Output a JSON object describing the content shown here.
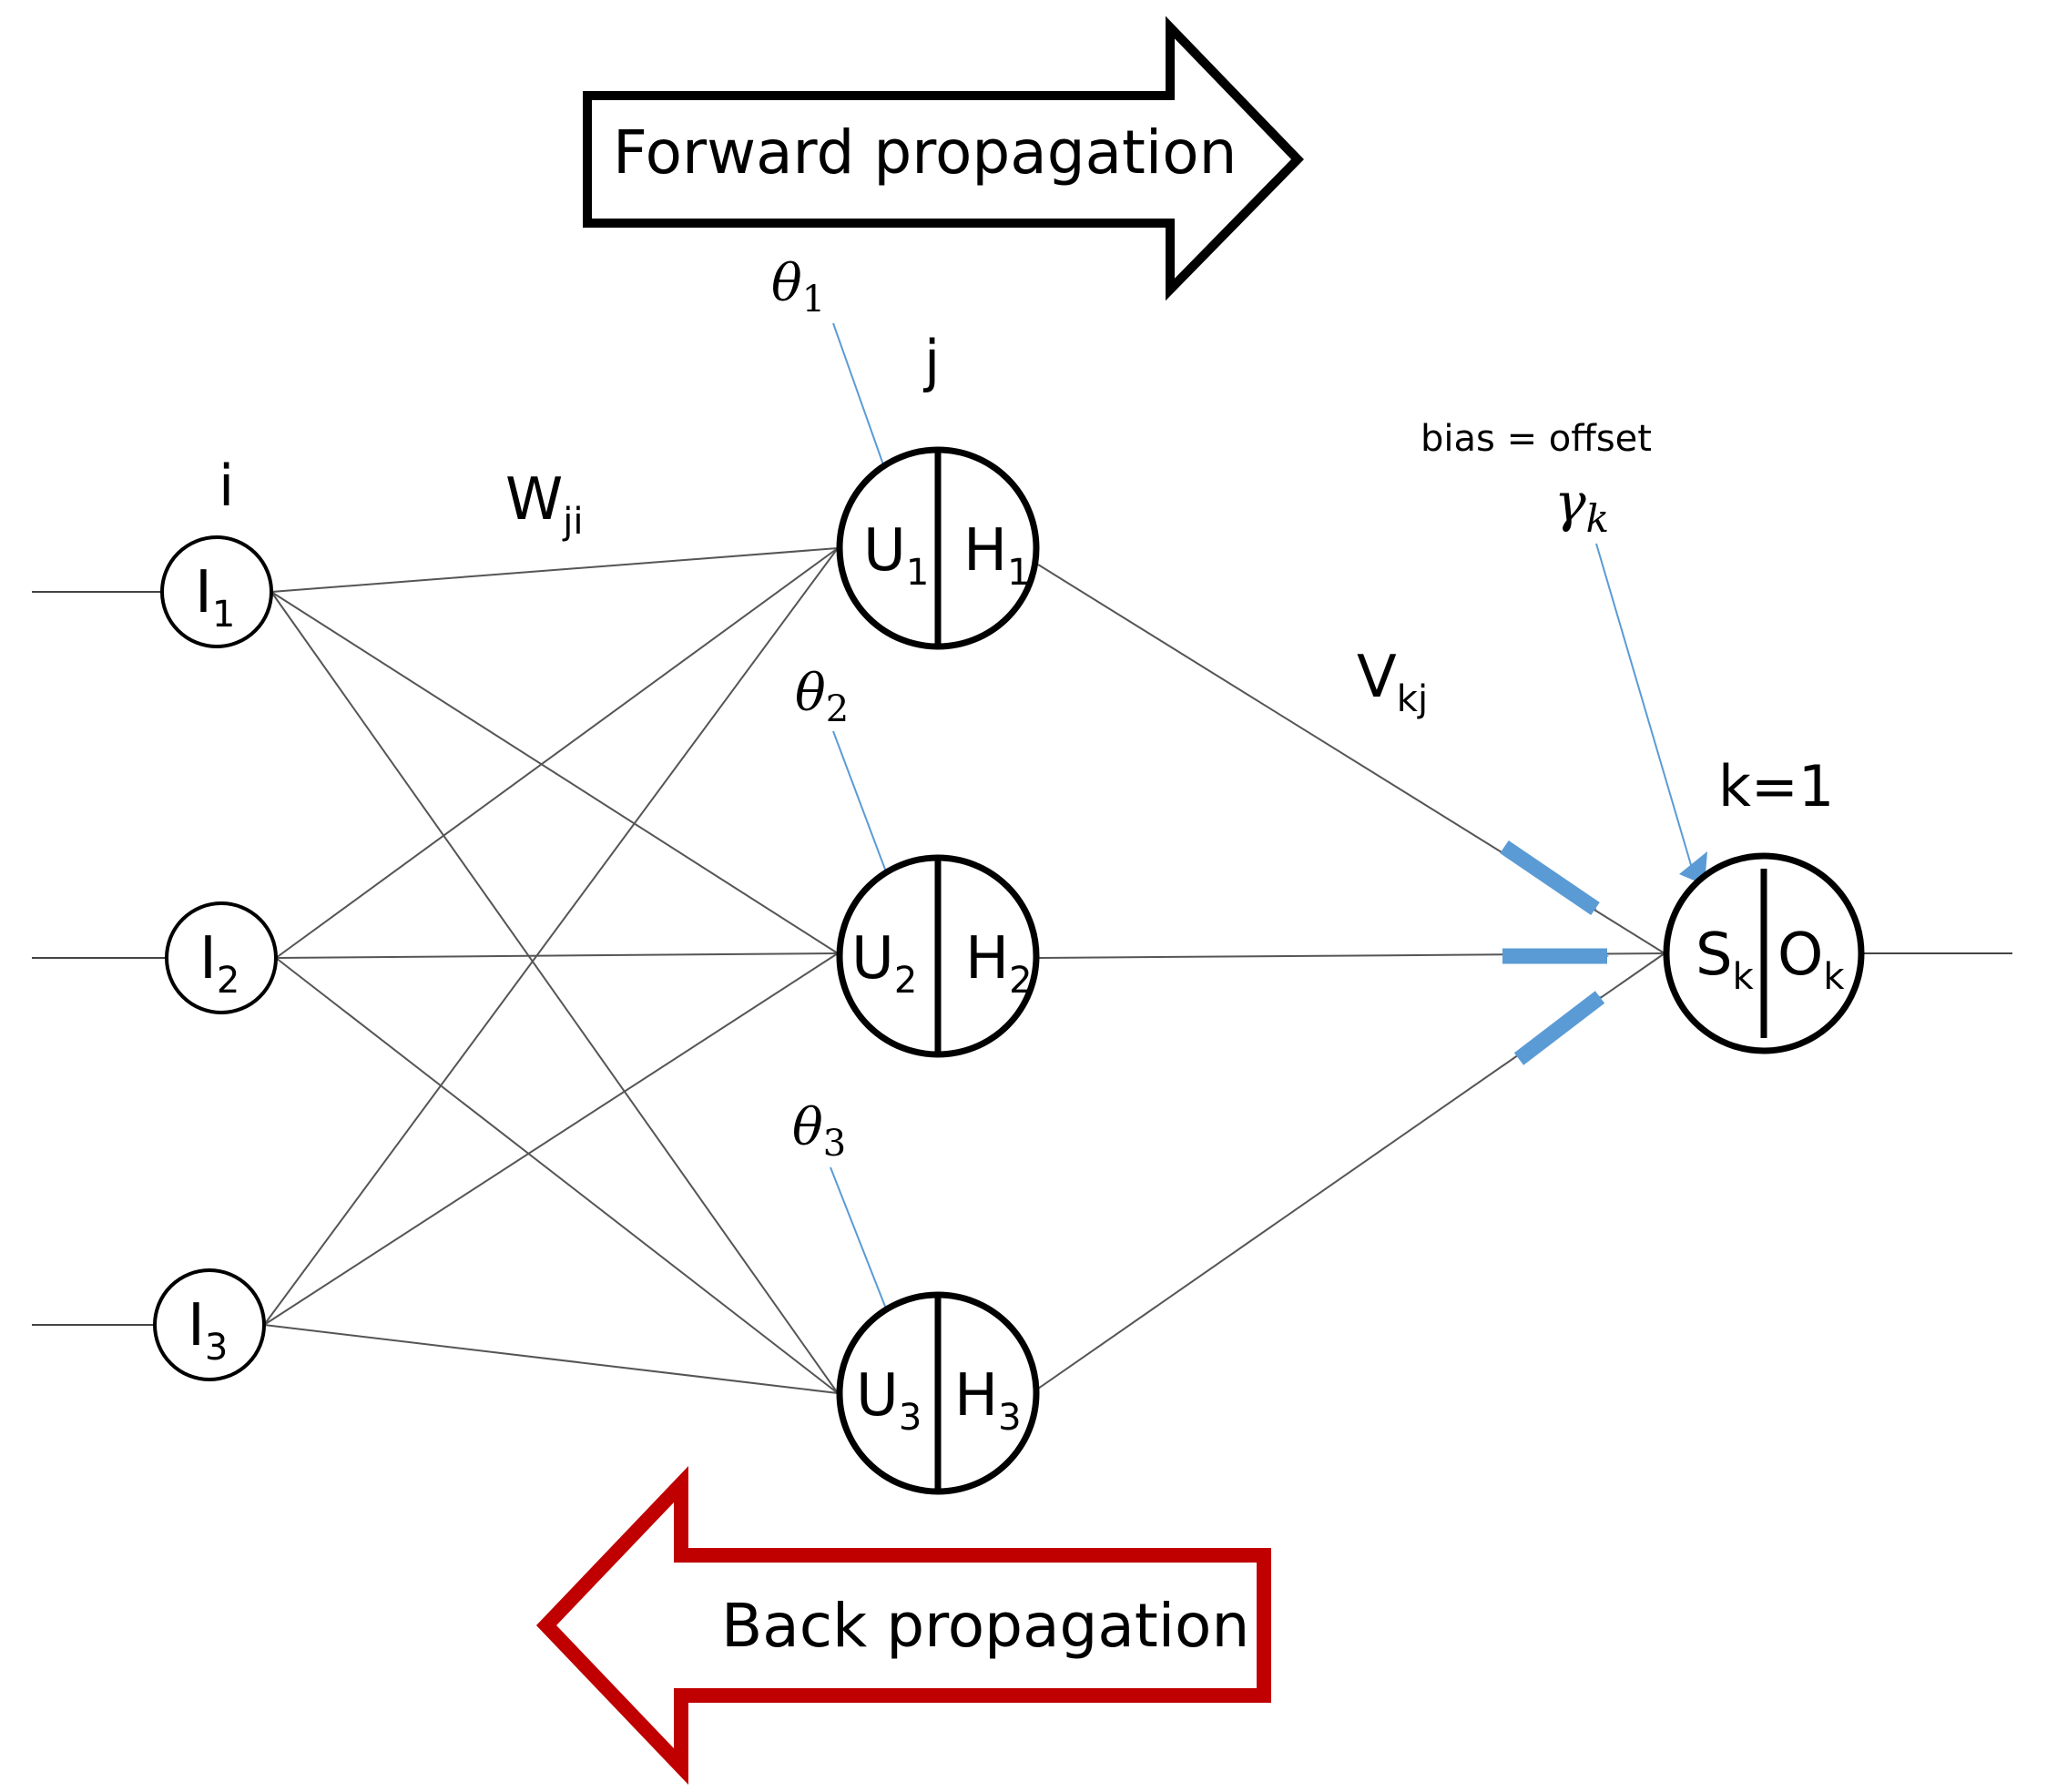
{
  "arrows": {
    "forward_label": "Forward propagation",
    "back_label": "Back propagation",
    "forward_color": "#000000",
    "back_color": "#c00000"
  },
  "layer_labels": {
    "input": "i",
    "hidden": "j",
    "output": "k=1"
  },
  "weights": {
    "input_hidden_base": "W",
    "input_hidden_sub": "ji",
    "hidden_output_base": "V",
    "hidden_output_sub": "kj"
  },
  "input_nodes": [
    {
      "base": "I",
      "sub": "1"
    },
    {
      "base": "I",
      "sub": "2"
    },
    {
      "base": "I",
      "sub": "3"
    }
  ],
  "hidden_nodes": [
    {
      "u_base": "U",
      "u_sub": "1",
      "h_base": "H",
      "h_sub": "1",
      "theta_base": "θ",
      "theta_sub": "1"
    },
    {
      "u_base": "U",
      "u_sub": "2",
      "h_base": "H",
      "h_sub": "2",
      "theta_base": "θ",
      "theta_sub": "2"
    },
    {
      "u_base": "U",
      "u_sub": "3",
      "h_base": "H",
      "h_sub": "3",
      "theta_base": "θ",
      "theta_sub": "3"
    }
  ],
  "output_node": {
    "s_base": "S",
    "s_sub": "k",
    "o_base": "O",
    "o_sub": "k",
    "gamma_base": "γ",
    "gamma_sub": "k",
    "bias_note": "bias = offset"
  },
  "accent_color": "#5b9bd5"
}
